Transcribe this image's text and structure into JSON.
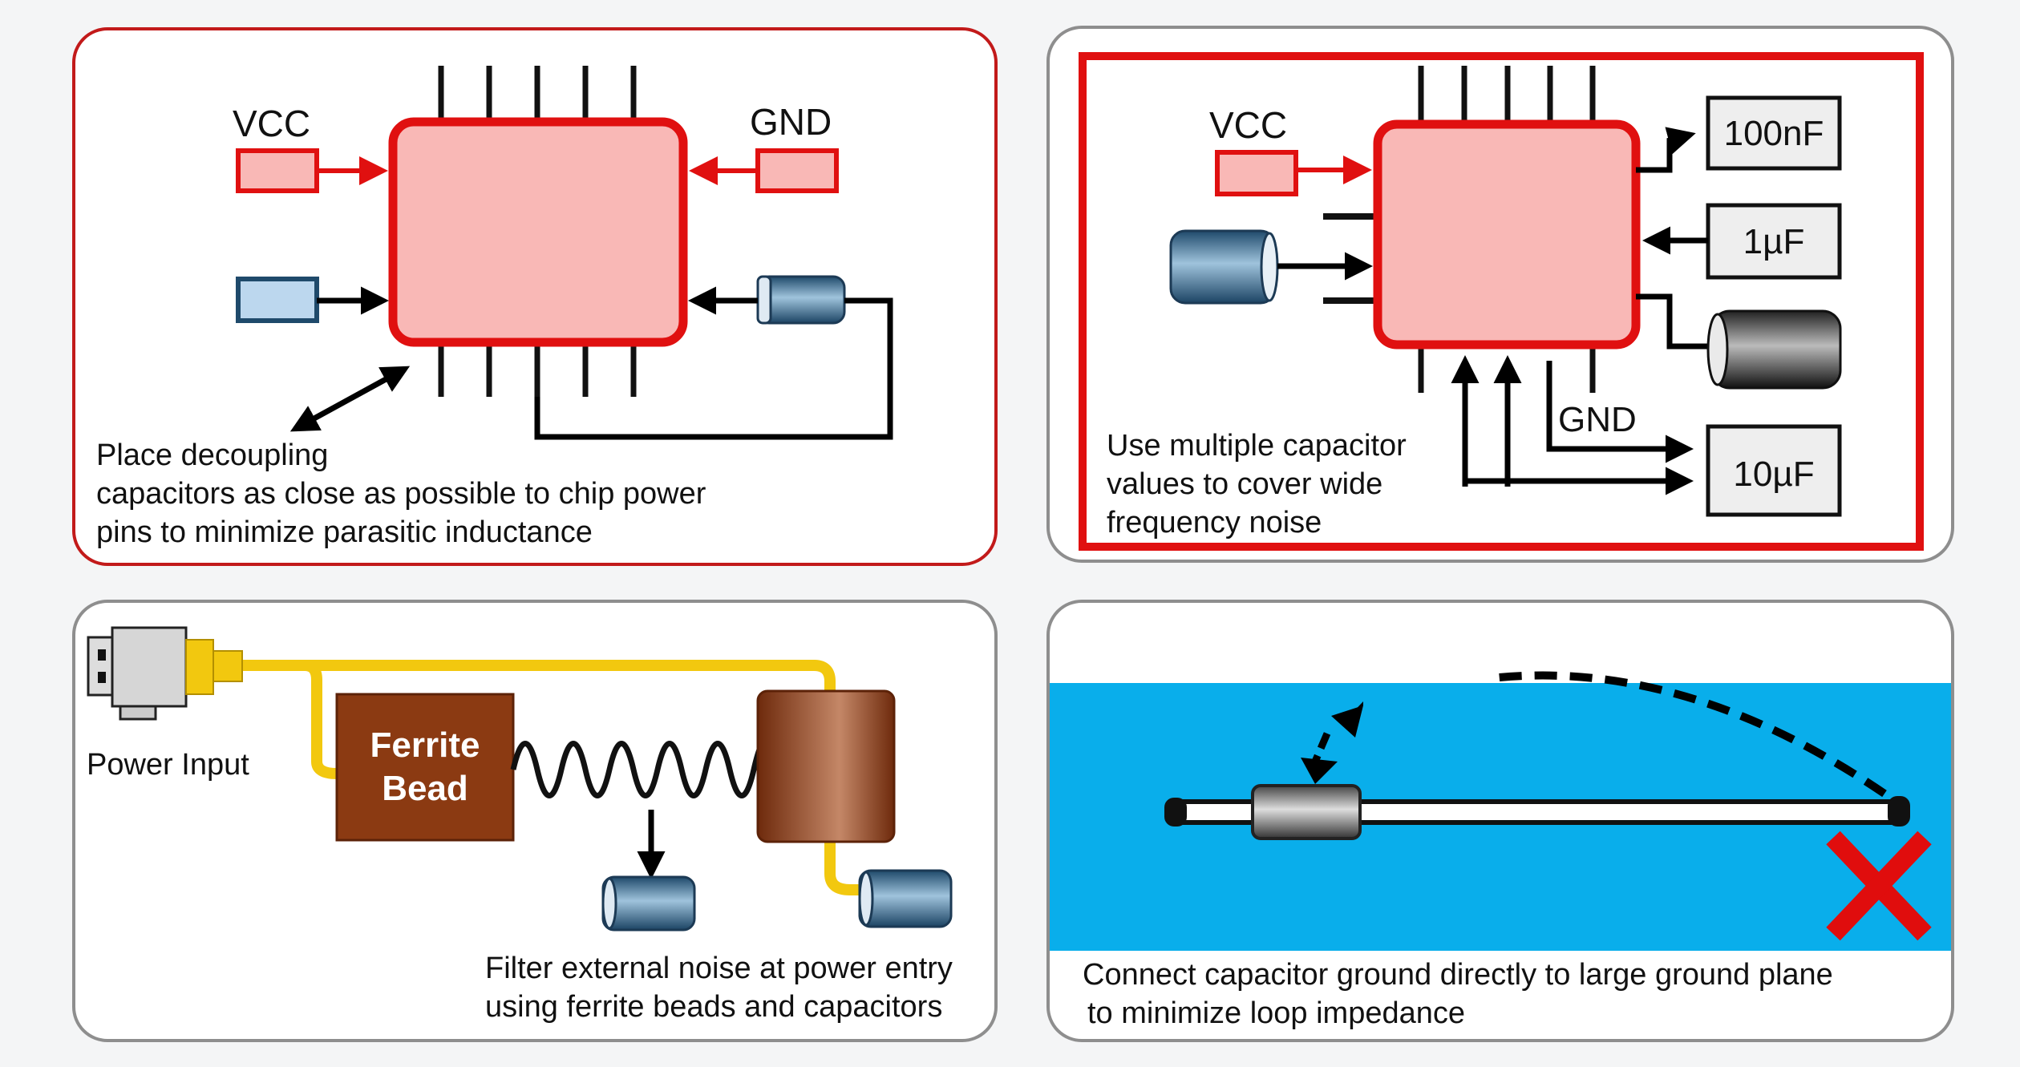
{
  "colors": {
    "chip_fill": "#f9b8b6",
    "chip_border": "#e01010",
    "panel_red_border": "#c21a1a",
    "panel_gray_border": "#8e8e8e",
    "wire_yellow": "#f2c80f",
    "ferrite_brown": "#8b3a12",
    "ground_plane_blue": "#09aeeb",
    "cross_red": "#e00d0d",
    "cap_blue": "#2f5f82"
  },
  "panels": [
    {
      "id": "placement",
      "labels": {
        "vcc": "VCC",
        "gnd": "GND"
      },
      "caption": [
        "Place decoupling",
        "capacitors as close as possible to chip power",
        "pins to minimize parasitic inductance"
      ]
    },
    {
      "id": "multiple-values",
      "labels": {
        "vcc": "VCC",
        "gnd": "GND"
      },
      "capacitors": [
        "100nF",
        "1µF",
        "10µF"
      ],
      "caption": [
        "Use multiple capacitor",
        "values to cover wide",
        "frequency noise"
      ]
    },
    {
      "id": "ferrite-filter",
      "labels": {
        "power_input": "Power Input",
        "ferrite_line1": "Ferrite",
        "ferrite_line2": "Bead"
      },
      "caption": [
        "Filter external noise at power entry",
        "using ferrite beads and capacitors"
      ]
    },
    {
      "id": "ground-plane",
      "caption": [
        "Connect capacitor ground directly to large ground plane",
        "to minimize loop impedance"
      ]
    }
  ]
}
